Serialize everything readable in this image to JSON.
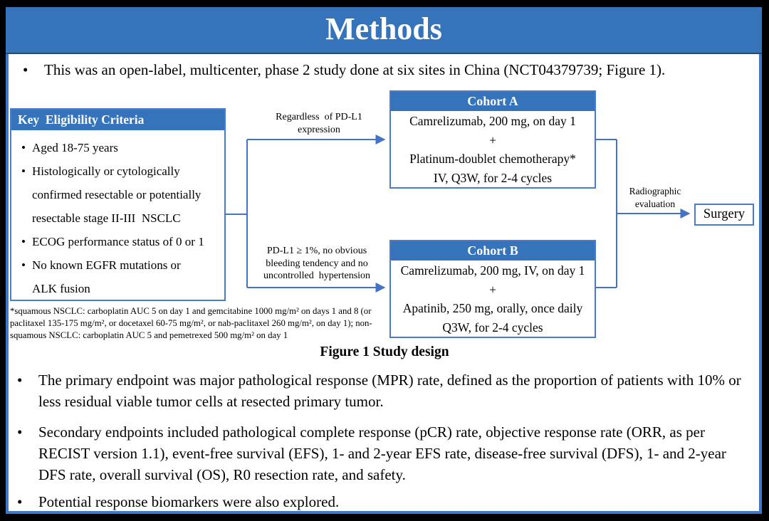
{
  "bullet_char": "•",
  "title": "Methods",
  "bullets": [
    "This was an open-label, multicenter, phase 2 study done at six sites in China (NCT04379739; Figure 1).",
    "The primary endpoint was major pathological response (MPR) rate, defined as the proportion of patients with 10% or less residual viable tumor cells at resected primary tumor.",
    "Secondary endpoints included pathological complete response (pCR) rate, objective response rate (ORR, as per RECIST version 1.1), event-free survival (EFS), 1- and 2-year EFS rate, disease-free survival (DFS), 1- and 2-year DFS rate, overall survival (OS), R0 resection rate, and safety.",
    "Potential response biomarkers were also explored."
  ],
  "figure": {
    "caption": "Figure 1 Study design",
    "eligibility": {
      "header": "Key  Eligibility Criteria",
      "items": [
        {
          "lines": [
            "Aged 18-75 years"
          ]
        },
        {
          "lines": [
            "Histologically or cytologically",
            "confirmed resectable or potentially",
            "resectable stage II-III  NSCLC"
          ]
        },
        {
          "lines": [
            "ECOG performance status of 0 or 1"
          ]
        },
        {
          "lines": [
            "No known EGFR mutations or",
            "ALK fusion"
          ]
        }
      ]
    },
    "branch_top": {
      "lines": [
        "Regardless  of PD-L1",
        "expression"
      ]
    },
    "branch_bottom": {
      "lines": [
        "PD-L1 ≥ 1%, no obvious",
        "bleeding tendency and no",
        "uncontrolled  hypertension"
      ]
    },
    "cohort_a": {
      "header": "Cohort A",
      "lines": [
        "Camrelizumab, 200 mg, on day 1",
        "+",
        "Platinum-doublet chemotherapy*",
        "IV, Q3W, for 2-4 cycles"
      ]
    },
    "cohort_b": {
      "header": "Cohort B",
      "lines": [
        "Camrelizumab, 200 mg, IV, on day 1",
        "+",
        "Apatinib, 250 mg, orally, once daily",
        "Q3W, for 2-4 cycles"
      ]
    },
    "evaluation": {
      "lines": [
        "Radiographic",
        "evaluation"
      ]
    },
    "surgery": "Surgery",
    "footnote": "*squamous NSCLC: carboplatin AUC 5 on day 1 and gemcitabine 1000 mg/m² on days 1 and 8 (or paclitaxel 135-175 mg/m², or docetaxel 60-75 mg/m², or nab-paclitaxel 260 mg/m², on day 1); non-squamous NSCLC: carboplatin AUC 5 and pemetrexed 500 mg/m² on day 1"
  },
  "colors": {
    "header_blue": "#3573BA",
    "accent_blue": "#4472C4",
    "frame_border_blue": "#3E78C8",
    "text_black": "#000000"
  }
}
